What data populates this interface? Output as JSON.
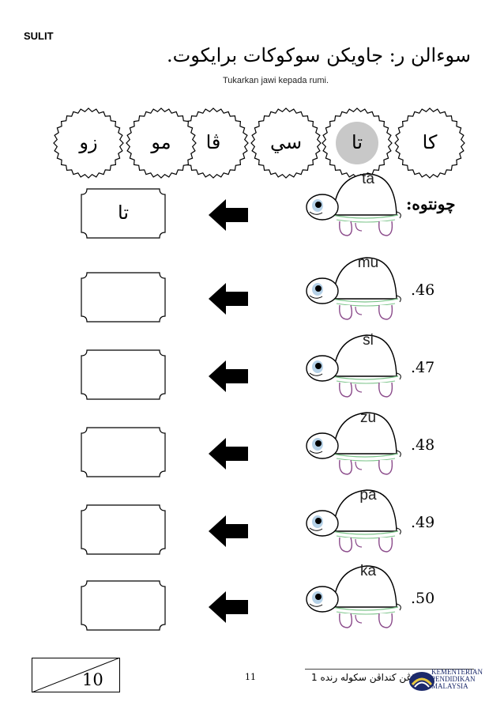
{
  "header": {
    "sulit": "SULIT",
    "question_title": "سوءالن ر: جاويكن سوكوكات برايكوت.",
    "instruction": "Tukarkan jawi kepada rumi."
  },
  "gears": [
    {
      "jawi": "کا",
      "highlighted": false
    },
    {
      "jawi": "تا",
      "highlighted": true
    },
    {
      "jawi": "سي",
      "highlighted": false
    },
    {
      "jawi": "ڤا",
      "highlighted": false
    },
    {
      "jawi": "مو",
      "highlighted": false
    },
    {
      "jawi": "زو",
      "highlighted": false
    }
  ],
  "example": {
    "label": "چونتوه:",
    "syllable": "ta",
    "answer": "تا"
  },
  "questions": [
    {
      "number": ".46",
      "syllable": "mu",
      "answer": ""
    },
    {
      "number": ".47",
      "syllable": "si",
      "answer": ""
    },
    {
      "number": ".48",
      "syllable": "zu",
      "answer": ""
    },
    {
      "number": ".49",
      "syllable": "pa",
      "answer": ""
    },
    {
      "number": ".50",
      "syllable": "ka",
      "answer": ""
    }
  ],
  "footer": {
    "score": "10",
    "page_number": "11",
    "paper_title": "فبلاڠن كنداڤن سکوله رنده 1",
    "ministry_lines": [
      "KEMENTERIAN",
      "PENDIDIKAN",
      "MALAYSIA"
    ]
  },
  "colors": {
    "highlight_gear": "#c8c8c8",
    "turtle_leg": "#8a4a8a",
    "turtle_head": "#5b9ac9",
    "ministry_blue": "#1c2a6b"
  }
}
